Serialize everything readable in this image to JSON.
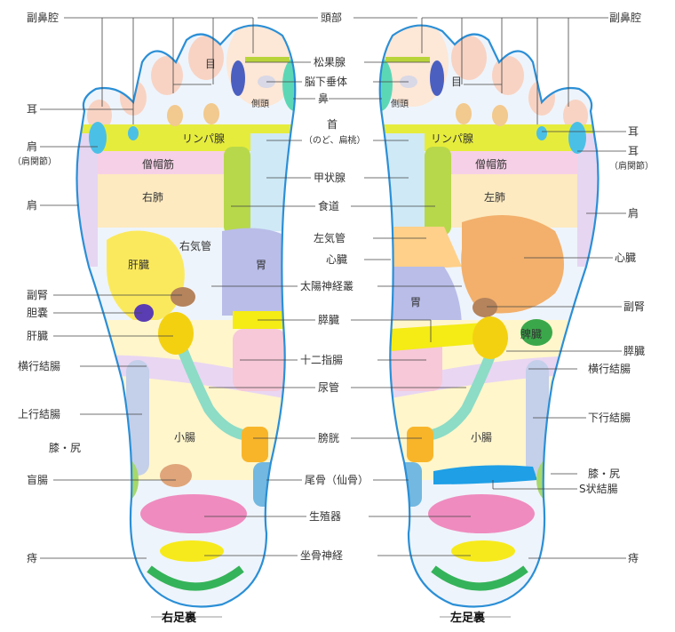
{
  "colors": {
    "outline": "#2b8fd6",
    "sinus": "#f8d3c3",
    "brain": "#fde7d6",
    "pituitary": "#d8d8e6",
    "eye": "#f2c98e",
    "ear": "#4bc0e6",
    "lymph": "#e6ec3c",
    "trapezius": "#f6d0e6",
    "lung": "#fdeac0",
    "shoulder": "#e6d6f2",
    "thyroid": "#cfe9f6",
    "esophagus": "#bfe6f6",
    "trachea": "#ffd089",
    "stomach": "#b9bde8",
    "liver": "#fbe95d",
    "heart": "#f2b06c",
    "spleen": "#3aa84a",
    "pancreas": "#f4ec14",
    "duodenum": "#f6c8d8",
    "colon_transverse": "#e9d6f2",
    "colon_vertical": "#c4cfea",
    "small_intestine": "#fff6cc",
    "ureter": "#8cdcc6",
    "bladder": "#f8b52a",
    "coccyx": "#72b8e0",
    "sigmoid": "#1e9fe6",
    "knee": "#a6d86c",
    "genital": "#ef8bbf",
    "sciatic": "#f7ea1c",
    "hemorrhoid": "#35b35a",
    "adrenal": "#b5835c",
    "gallbladder": "#5a3db2"
  },
  "labels": {
    "sinus_r": "副鼻腔",
    "sinus_l": "副鼻腔",
    "head": "頭部",
    "pineal": "松果腺",
    "pituitary": "脳下垂体",
    "nose": "鼻",
    "neck": "首",
    "throat": "（のど、扁桃）",
    "thyroid": "甲状腺",
    "esophagus": "食道",
    "trachea": "左気管",
    "heart_center": "心臓",
    "solar": "太陽神経叢",
    "pancreas": "膵臓",
    "duodenum": "十二指腸",
    "ureter": "尿管",
    "bladder": "膀胱",
    "coccyx": "尾骨（仙骨）",
    "genital": "生殖器",
    "sciatic": "坐骨神経",
    "ear_r": "耳",
    "shoulder_r": "肩",
    "shoulder_r_sub": "（肩関節）",
    "eye_r": "目",
    "eye_l": "目",
    "sub_r": "副腎",
    "gallbladder": "胆嚢",
    "liver": "肝臓",
    "colon_transverse_r": "横行結腸",
    "colon_ascending": "上行結腸",
    "knee_r": "膝・尻",
    "appendix": "盲腸",
    "hemorrhoid_r": "痔",
    "ear_l": "耳",
    "ear_l2": "耳",
    "ear_l2_sub": "（肩関節）",
    "shoulder_l": "肩",
    "heart_l": "心臓",
    "sub_l": "副腎",
    "pancreas_l": "膵臓",
    "colon_transverse_l": "横行結腸",
    "colon_descending": "下行結腸",
    "knee_l": "膝・尻",
    "sigmoid": "S状結腸",
    "hemorrhoid_l": "痔",
    "lymph_r": "リンパ腺",
    "lymph_l": "リンパ腺",
    "trapezius_r": "僧帽筋",
    "trapezius_l": "僧帽筋",
    "lung_r": "右肺",
    "lung_l": "左肺",
    "trachea_r": "右気管",
    "stomach_r": "胃",
    "stomach_l": "胃",
    "small_int_r": "小腸",
    "small_int_l": "小腸",
    "spleen": "脾臓",
    "balance_r": "側頭",
    "balance_l": "側頭",
    "caption_right": "右足裏",
    "caption_left": "左足裏"
  }
}
